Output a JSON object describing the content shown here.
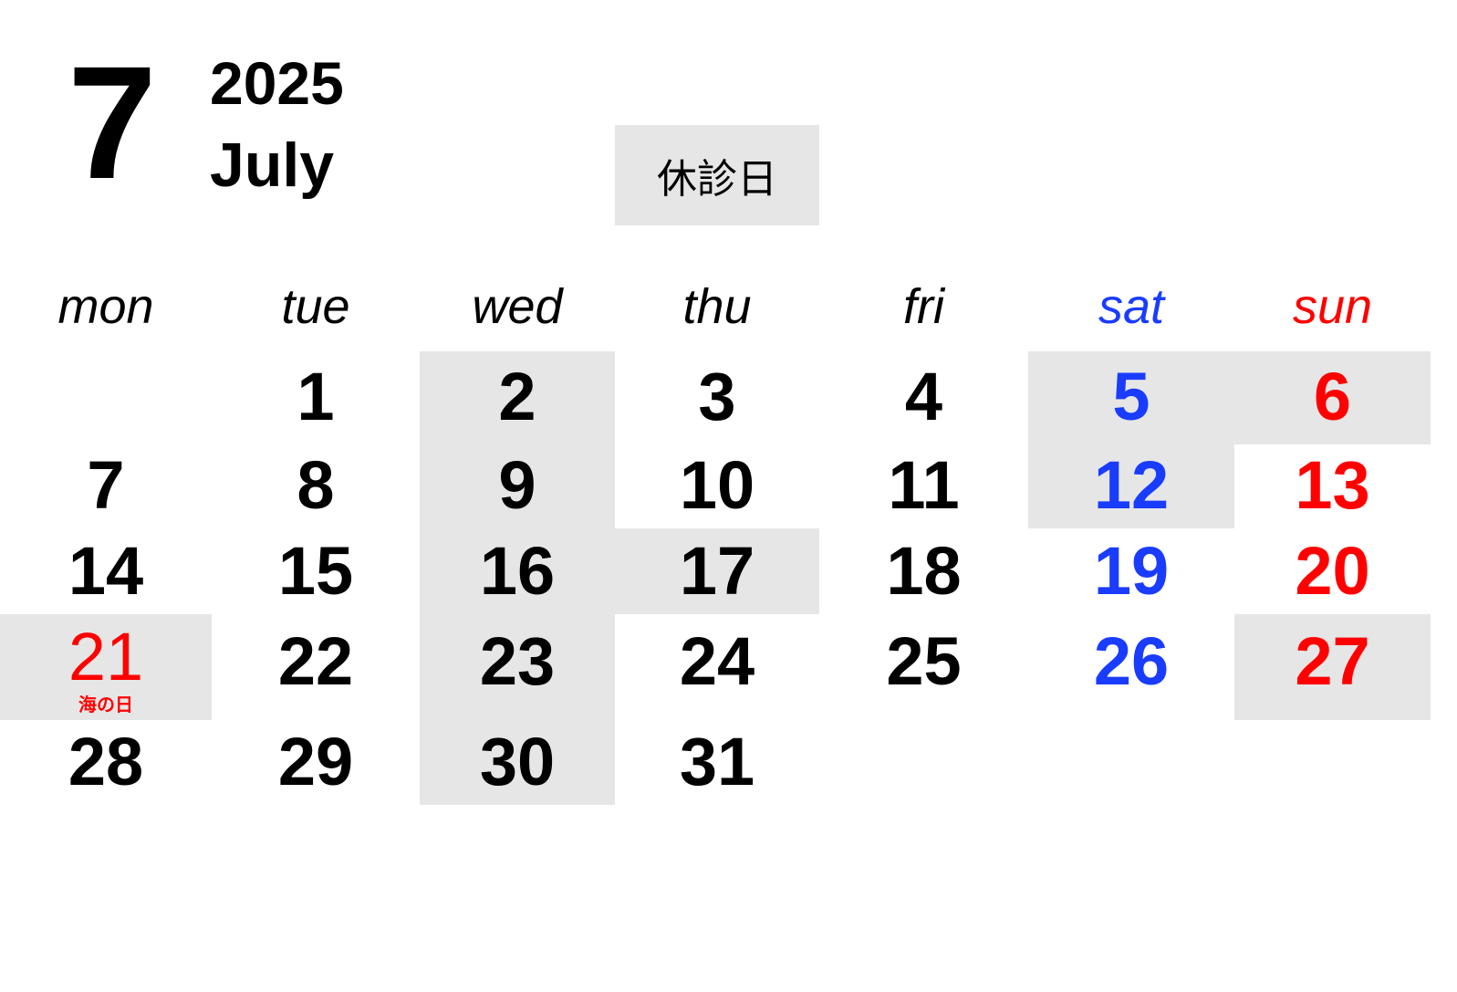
{
  "header": {
    "month_number": "7",
    "year": "2025",
    "month_name": "July"
  },
  "legend": {
    "label": "休診日"
  },
  "weekdays": [
    "mon",
    "tue",
    "wed",
    "thu",
    "fri",
    "sat",
    "sun"
  ],
  "colors": {
    "text": "#000000",
    "saturday": "#1a3cff",
    "sunday_holiday": "#ff0000",
    "closed_shade": "#e6e6e6"
  },
  "weeks": [
    [
      "",
      "1",
      "2",
      "3",
      "4",
      "5",
      "6"
    ],
    [
      "7",
      "8",
      "9",
      "10",
      "11",
      "12",
      "13"
    ],
    [
      "14",
      "15",
      "16",
      "17",
      "18",
      "19",
      "20"
    ],
    [
      "21",
      "22",
      "23",
      "24",
      "25",
      "26",
      "27"
    ],
    [
      "28",
      "29",
      "30",
      "31",
      "",
      "",
      ""
    ]
  ],
  "holidays": [
    {
      "day": "21",
      "name": "海の日"
    }
  ],
  "closed_days": [
    "2",
    "5",
    "6",
    "9",
    "12",
    "16",
    "17",
    "21",
    "23",
    "27",
    "30"
  ]
}
